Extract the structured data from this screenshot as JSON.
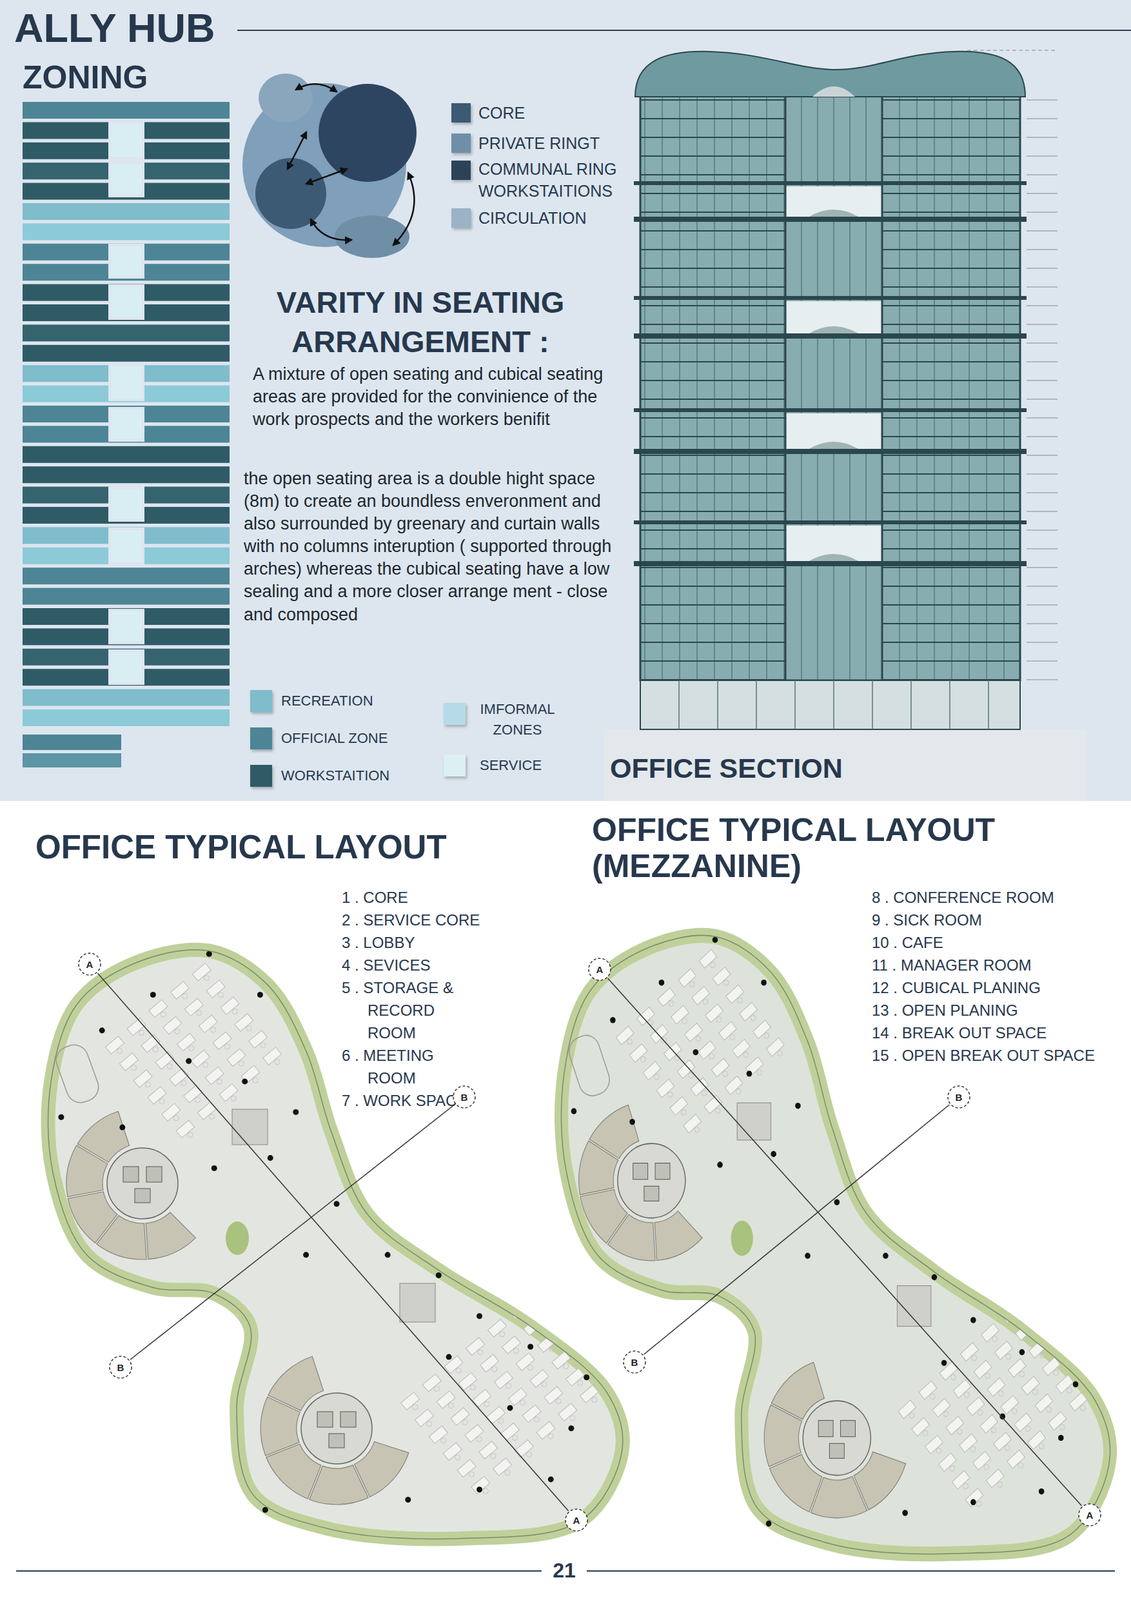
{
  "diagram": {
    "title": "ALLY HUB",
    "nodes": [
      {
        "text": [
          "A"
        ]
      },
      {
        "text": [
          "B"
        ]
      },
      {
        "text": [
          "B"
        ]
      },
      {
        "text": [
          "A"
        ]
      },
      {
        "text": [
          "A"
        ]
      },
      {
        "text": [
          "B"
        ]
      },
      {
        "text": [
          "B"
        ]
      },
      {
        "text": [
          "A"
        ]
      }
    ],
    "edges": [
      {
        "from": 0,
        "to": 3,
        "arrow": "none"
      },
      {
        "from": 1,
        "to": 2,
        "arrow": "none"
      },
      {
        "from": 4,
        "to": 7,
        "arrow": "none"
      },
      {
        "from": 5,
        "to": 6,
        "arrow": "none"
      }
    ],
    "labels": [
      "ZONING",
      "VARITY IN SEATING ARRANGEMENT :",
      "A mixture of open seating and cubical seating areas are provided for the convinience of the work prospects and the workers benifit",
      "the open seating area is a double hight space (8m) to create an boundless enveronment and also surrounded by greenary and curtain walls with no columns interuption ( supported through arches) whereas the cubical seating have a low sealing and a more closer arrange ment - close and composed",
      "OFFICE SECTION",
      "OFFICE TYPICAL LAYOUT",
      "1 . CORE",
      "2 . SERVICE CORE",
      "3 . LOBBY",
      "4 . SEVICES",
      "5 . STORAGE & RECORD ROOM",
      "6 . MEETING ROOM",
      "7 . WORK SPACE",
      "OFFICE TYPICAL LAYOUT (MEZZANINE)",
      "8 . CONFERENCE ROOM",
      "9 . SICK ROOM",
      "10 . CAFE",
      "11 . MANAGER ROOM",
      "12 . CUBICAL PLANING",
      "13 . OPEN PLANING",
      "14 . BREAK OUT SPACE",
      "15 . OPEN BREAK OUT SPACE",
      "21"
    ],
    "legend": [
      {
        "text": "CORE",
        "color": "#3c5a72"
      },
      {
        "text": "PRIVATE RINGT",
        "color": "#6f8fa6"
      },
      {
        "text": "COMMUNAL RING WORKSTAITIONS",
        "color": "#2c4258"
      },
      {
        "text": "CIRCULATION",
        "color": "#9ab3c6"
      },
      {
        "text": "RECREATION",
        "color": "#7fbccc"
      },
      {
        "text": "OFFICIAL ZONE",
        "color": "#4d8596"
      },
      {
        "text": "WORKSTAITION",
        "color": "#2f5b66"
      },
      {
        "text": "IMFORMAL ZONES",
        "color": "#b6dbe6"
      },
      {
        "text": "SERVICE",
        "color": "#dcf0f4"
      }
    ]
  }
}
